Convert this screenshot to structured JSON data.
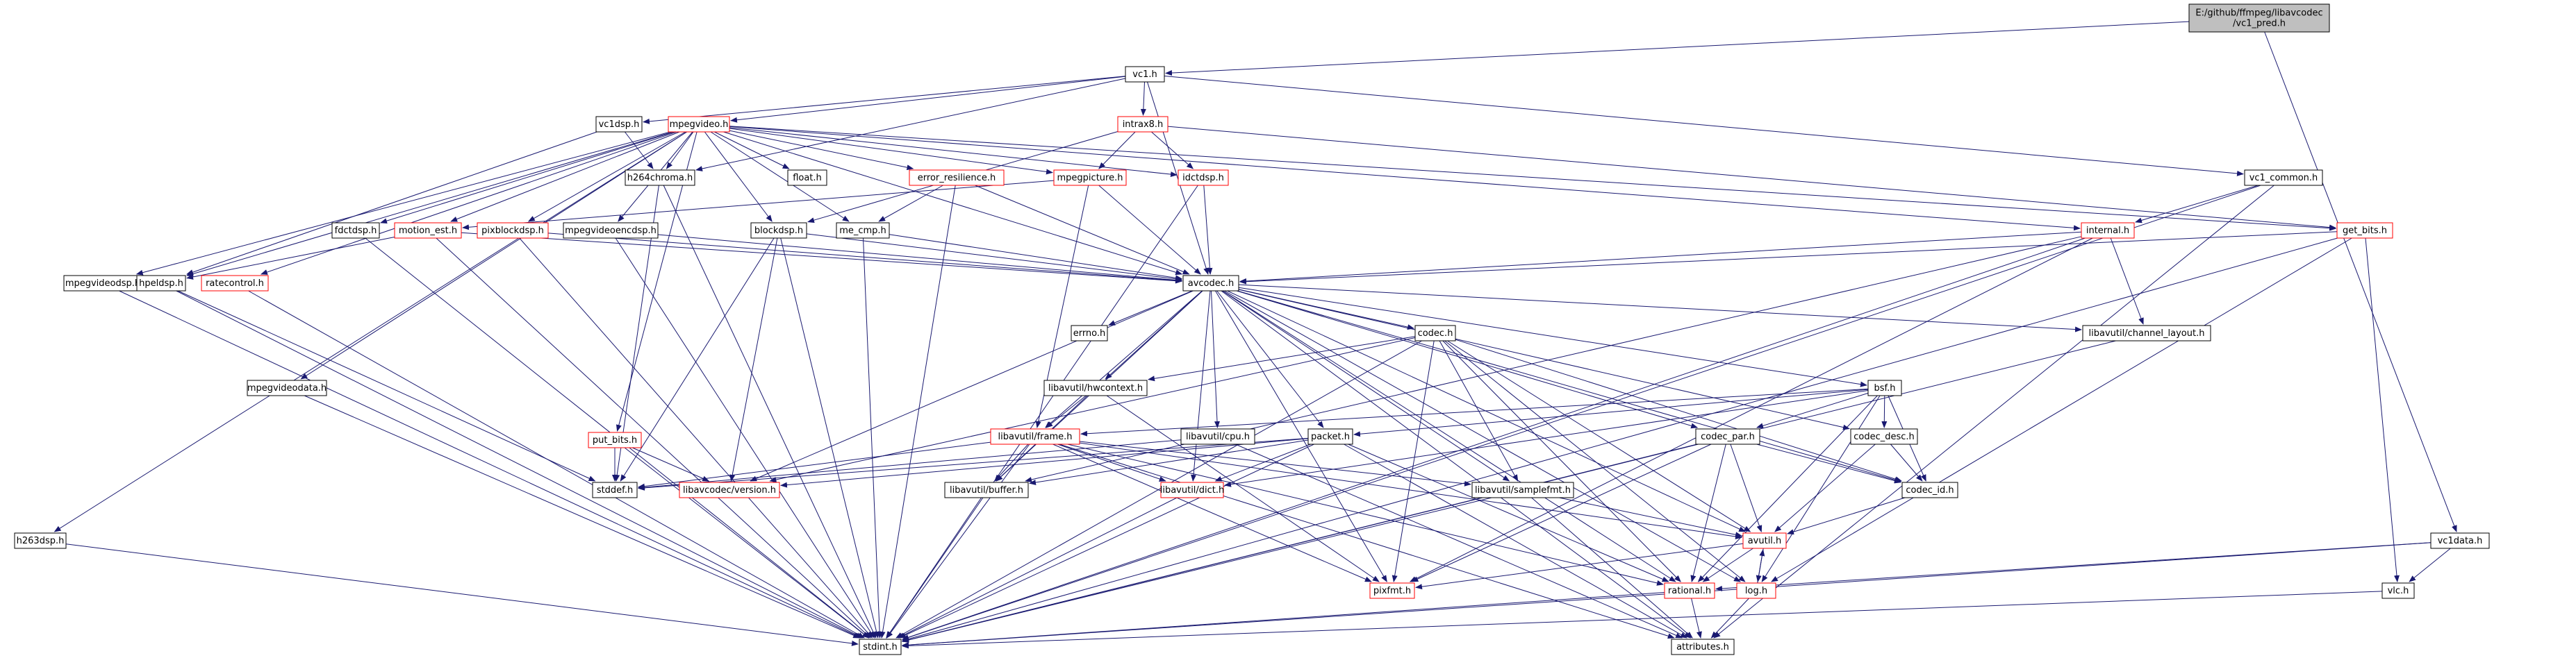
{
  "title": "E:/github/ffmpeg/libavcodec/vc1_pred.h",
  "colors": {
    "edge": "#191970",
    "node_border_ok": "#000000",
    "node_border_warn": "#ff0000",
    "root_fill": "#bfbfbf",
    "node_fill": "#ffffff"
  },
  "nodes": [
    {
      "id": "root",
      "lines": [
        "E:/github/ffmpeg/libavcodec",
        "/vc1_pred.h"
      ],
      "red": false,
      "root": true
    },
    {
      "id": "vc1",
      "lines": [
        "vc1.h"
      ],
      "red": false
    },
    {
      "id": "mpegvideo",
      "lines": [
        "mpegvideo.h"
      ],
      "red": true
    },
    {
      "id": "vc1dsp",
      "lines": [
        "vc1dsp.h"
      ],
      "red": false
    },
    {
      "id": "intrax8",
      "lines": [
        "intrax8.h"
      ],
      "red": true
    },
    {
      "id": "vc1common",
      "lines": [
        "vc1_common.h"
      ],
      "red": false
    },
    {
      "id": "vc1data",
      "lines": [
        "vc1data.h"
      ],
      "red": false
    },
    {
      "id": "h264chroma",
      "lines": [
        "h264chroma.h"
      ],
      "red": false
    },
    {
      "id": "float",
      "lines": [
        "float.h"
      ],
      "red": false
    },
    {
      "id": "errres",
      "lines": [
        "error_resilience.h"
      ],
      "red": true
    },
    {
      "id": "mpegpicture",
      "lines": [
        "mpegpicture.h"
      ],
      "red": true
    },
    {
      "id": "idctdsp",
      "lines": [
        "idctdsp.h"
      ],
      "red": true
    },
    {
      "id": "internal",
      "lines": [
        "internal.h"
      ],
      "red": true
    },
    {
      "id": "getbits",
      "lines": [
        "get_bits.h"
      ],
      "red": true
    },
    {
      "id": "fdctdsp",
      "lines": [
        "fdctdsp.h"
      ],
      "red": false
    },
    {
      "id": "motionest",
      "lines": [
        "motion_est.h"
      ],
      "red": true
    },
    {
      "id": "pixblockdsp",
      "lines": [
        "pixblockdsp.h"
      ],
      "red": true
    },
    {
      "id": "mpegvideoencdsp",
      "lines": [
        "mpegvideoencdsp.h"
      ],
      "red": false
    },
    {
      "id": "blockdsp",
      "lines": [
        "blockdsp.h"
      ],
      "red": false
    },
    {
      "id": "mecmp",
      "lines": [
        "me_cmp.h"
      ],
      "red": false
    },
    {
      "id": "mpegvideodsp",
      "lines": [
        "mpegvideodsp.h"
      ],
      "red": false
    },
    {
      "id": "hpeldsp",
      "lines": [
        "hpeldsp.h"
      ],
      "red": false
    },
    {
      "id": "ratecontrol",
      "lines": [
        "ratecontrol.h"
      ],
      "red": true
    },
    {
      "id": "avcodec",
      "lines": [
        "avcodec.h"
      ],
      "red": false
    },
    {
      "id": "errno",
      "lines": [
        "errno.h"
      ],
      "red": false
    },
    {
      "id": "codec",
      "lines": [
        "codec.h"
      ],
      "red": false
    },
    {
      "id": "chlayout",
      "lines": [
        "libavutil/channel_layout.h"
      ],
      "red": false
    },
    {
      "id": "mpegvideodata",
      "lines": [
        "mpegvideodata.h"
      ],
      "red": false
    },
    {
      "id": "hwcontext",
      "lines": [
        "libavutil/hwcontext.h"
      ],
      "red": false
    },
    {
      "id": "bsf",
      "lines": [
        "bsf.h"
      ],
      "red": false
    },
    {
      "id": "frame",
      "lines": [
        "libavutil/frame.h"
      ],
      "red": true
    },
    {
      "id": "cpu",
      "lines": [
        "libavutil/cpu.h"
      ],
      "red": false
    },
    {
      "id": "packet",
      "lines": [
        "packet.h"
      ],
      "red": false
    },
    {
      "id": "codecpar",
      "lines": [
        "codec_par.h"
      ],
      "red": false
    },
    {
      "id": "codecdesc",
      "lines": [
        "codec_desc.h"
      ],
      "red": false
    },
    {
      "id": "putbits",
      "lines": [
        "put_bits.h"
      ],
      "red": true
    },
    {
      "id": "stddef",
      "lines": [
        "stddef.h"
      ],
      "red": false
    },
    {
      "id": "version",
      "lines": [
        "libavcodec/version.h"
      ],
      "red": true
    },
    {
      "id": "buffer",
      "lines": [
        "libavutil/buffer.h"
      ],
      "red": false
    },
    {
      "id": "dict",
      "lines": [
        "libavutil/dict.h"
      ],
      "red": true
    },
    {
      "id": "samplefmt",
      "lines": [
        "libavutil/samplefmt.h"
      ],
      "red": false
    },
    {
      "id": "codecid",
      "lines": [
        "codec_id.h"
      ],
      "red": false
    },
    {
      "id": "h263dsp",
      "lines": [
        "h263dsp.h"
      ],
      "red": false
    },
    {
      "id": "avutil",
      "lines": [
        "avutil.h"
      ],
      "red": true
    },
    {
      "id": "pixfmt",
      "lines": [
        "pixfmt.h"
      ],
      "red": true
    },
    {
      "id": "rational",
      "lines": [
        "rational.h"
      ],
      "red": true
    },
    {
      "id": "log",
      "lines": [
        "log.h"
      ],
      "red": true
    },
    {
      "id": "vlc",
      "lines": [
        "vlc.h"
      ],
      "red": false
    },
    {
      "id": "stdint",
      "lines": [
        "stdint.h"
      ],
      "red": false
    },
    {
      "id": "attributes",
      "lines": [
        "attributes.h"
      ],
      "red": false
    }
  ],
  "edges": [
    [
      "root",
      "vc1"
    ],
    [
      "root",
      "vc1data"
    ],
    [
      "vc1",
      "mpegvideo"
    ],
    [
      "vc1",
      "vc1dsp"
    ],
    [
      "vc1",
      "intrax8"
    ],
    [
      "vc1",
      "vc1common"
    ],
    [
      "vc1",
      "avcodec"
    ],
    [
      "vc1",
      "h264chroma"
    ],
    [
      "vc1dsp",
      "hpeldsp"
    ],
    [
      "vc1dsp",
      "h264chroma"
    ],
    [
      "intrax8",
      "idctdsp"
    ],
    [
      "intrax8",
      "mpegpicture"
    ],
    [
      "intrax8",
      "getbits"
    ],
    [
      "intrax8",
      "blockdsp"
    ],
    [
      "vc1common",
      "internal"
    ],
    [
      "vc1common",
      "stdint"
    ],
    [
      "vc1common",
      "attributes"
    ],
    [
      "vc1data",
      "vlc"
    ],
    [
      "vc1data",
      "rational"
    ],
    [
      "vc1data",
      "stdint"
    ],
    [
      "mpegvideo",
      "float"
    ],
    [
      "mpegvideo",
      "h264chroma"
    ],
    [
      "mpegvideo",
      "errres"
    ],
    [
      "mpegvideo",
      "mpegpicture"
    ],
    [
      "mpegvideo",
      "idctdsp"
    ],
    [
      "mpegvideo",
      "getbits"
    ],
    [
      "mpegvideo",
      "fdctdsp"
    ],
    [
      "mpegvideo",
      "motionest"
    ],
    [
      "mpegvideo",
      "pixblockdsp"
    ],
    [
      "mpegvideo",
      "mpegvideoencdsp"
    ],
    [
      "mpegvideo",
      "blockdsp"
    ],
    [
      "mpegvideo",
      "mecmp"
    ],
    [
      "mpegvideo",
      "mpegvideodsp"
    ],
    [
      "mpegvideo",
      "hpeldsp"
    ],
    [
      "mpegvideo",
      "ratecontrol"
    ],
    [
      "mpegvideo",
      "avcodec"
    ],
    [
      "mpegvideo",
      "mpegvideodata"
    ],
    [
      "mpegvideo",
      "putbits"
    ],
    [
      "mpegvideo",
      "h263dsp"
    ],
    [
      "mpegvideo",
      "internal"
    ],
    [
      "errres",
      "mecmp"
    ],
    [
      "errres",
      "avcodec"
    ],
    [
      "errres",
      "stdint"
    ],
    [
      "mpegpicture",
      "avcodec"
    ],
    [
      "mpegpicture",
      "motionest"
    ],
    [
      "mpegpicture",
      "frame"
    ],
    [
      "idctdsp",
      "avcodec"
    ],
    [
      "idctdsp",
      "stdint"
    ],
    [
      "internal",
      "avcodec"
    ],
    [
      "internal",
      "chlayout"
    ],
    [
      "internal",
      "buffer"
    ],
    [
      "internal",
      "pixfmt"
    ],
    [
      "internal",
      "stdint"
    ],
    [
      "getbits",
      "avcodec"
    ],
    [
      "getbits",
      "vlc"
    ],
    [
      "getbits",
      "stdint"
    ],
    [
      "getbits",
      "log"
    ],
    [
      "fdctdsp",
      "stdint"
    ],
    [
      "motionest",
      "avcodec"
    ],
    [
      "motionest",
      "hpeldsp"
    ],
    [
      "motionest",
      "stdint"
    ],
    [
      "pixblockdsp",
      "avcodec"
    ],
    [
      "pixblockdsp",
      "stdint"
    ],
    [
      "mpegvideoencdsp",
      "avcodec"
    ],
    [
      "mpegvideoencdsp",
      "stdint"
    ],
    [
      "blockdsp",
      "avcodec"
    ],
    [
      "blockdsp",
      "version"
    ],
    [
      "blockdsp",
      "stdint"
    ],
    [
      "blockdsp",
      "stddef"
    ],
    [
      "mecmp",
      "avcodec"
    ],
    [
      "mecmp",
      "stdint"
    ],
    [
      "mpegvideodsp",
      "stdint"
    ],
    [
      "hpeldsp",
      "stdint"
    ],
    [
      "hpeldsp",
      "stddef"
    ],
    [
      "ratecontrol",
      "stdint"
    ],
    [
      "h264chroma",
      "stdint"
    ],
    [
      "h264chroma",
      "stddef"
    ],
    [
      "mpegvideodata",
      "stdint"
    ],
    [
      "putbits",
      "stdint"
    ],
    [
      "putbits",
      "stddef"
    ],
    [
      "putbits",
      "version"
    ],
    [
      "h263dsp",
      "stdint"
    ],
    [
      "avcodec",
      "errno"
    ],
    [
      "avcodec",
      "codec"
    ],
    [
      "avcodec",
      "chlayout"
    ],
    [
      "avcodec",
      "hwcontext"
    ],
    [
      "avcodec",
      "bsf"
    ],
    [
      "avcodec",
      "frame"
    ],
    [
      "avcodec",
      "cpu"
    ],
    [
      "avcodec",
      "packet"
    ],
    [
      "avcodec",
      "codecpar"
    ],
    [
      "avcodec",
      "codecdesc"
    ],
    [
      "avcodec",
      "version"
    ],
    [
      "avcodec",
      "buffer"
    ],
    [
      "avcodec",
      "dict"
    ],
    [
      "avcodec",
      "samplefmt"
    ],
    [
      "avcodec",
      "codecid"
    ],
    [
      "avcodec",
      "avutil"
    ],
    [
      "avcodec",
      "pixfmt"
    ],
    [
      "avcodec",
      "rational"
    ],
    [
      "avcodec",
      "log"
    ],
    [
      "avcodec",
      "attributes"
    ],
    [
      "codec",
      "hwcontext"
    ],
    [
      "codec",
      "samplefmt"
    ],
    [
      "codec",
      "codecid"
    ],
    [
      "codec",
      "avutil"
    ],
    [
      "codec",
      "pixfmt"
    ],
    [
      "codec",
      "rational"
    ],
    [
      "codec",
      "log"
    ],
    [
      "codec",
      "stdint"
    ],
    [
      "codec",
      "version"
    ],
    [
      "chlayout",
      "stdint"
    ],
    [
      "hwcontext",
      "frame"
    ],
    [
      "hwcontext",
      "buffer"
    ],
    [
      "hwcontext",
      "pixfmt"
    ],
    [
      "bsf",
      "packet"
    ],
    [
      "bsf",
      "codecpar"
    ],
    [
      "bsf",
      "codecdesc"
    ],
    [
      "bsf",
      "codecid"
    ],
    [
      "bsf",
      "dict"
    ],
    [
      "bsf",
      "log"
    ],
    [
      "bsf",
      "rational"
    ],
    [
      "bsf",
      "frame"
    ],
    [
      "frame",
      "stddef"
    ],
    [
      "frame",
      "stdint"
    ],
    [
      "frame",
      "buffer"
    ],
    [
      "frame",
      "dict"
    ],
    [
      "frame",
      "samplefmt"
    ],
    [
      "frame",
      "avutil"
    ],
    [
      "frame",
      "pixfmt"
    ],
    [
      "frame",
      "rational"
    ],
    [
      "frame",
      "attributes"
    ],
    [
      "cpu",
      "stddef"
    ],
    [
      "cpu",
      "attributes"
    ],
    [
      "packet",
      "stddef"
    ],
    [
      "packet",
      "stdint"
    ],
    [
      "packet",
      "buffer"
    ],
    [
      "packet",
      "dict"
    ],
    [
      "packet",
      "version"
    ],
    [
      "packet",
      "attributes"
    ],
    [
      "packet",
      "rational"
    ],
    [
      "codecpar",
      "stdint"
    ],
    [
      "codecpar",
      "codecid"
    ],
    [
      "codecpar",
      "avutil"
    ],
    [
      "codecpar",
      "pixfmt"
    ],
    [
      "codecpar",
      "rational"
    ],
    [
      "codecdesc",
      "codecid"
    ],
    [
      "codecdesc",
      "avutil"
    ],
    [
      "buffer",
      "stdint"
    ],
    [
      "dict",
      "stdint"
    ],
    [
      "samplefmt",
      "avutil"
    ],
    [
      "samplefmt",
      "attributes"
    ],
    [
      "samplefmt",
      "stdint"
    ],
    [
      "codecid",
      "avutil"
    ],
    [
      "avutil",
      "rational"
    ],
    [
      "avutil",
      "log"
    ],
    [
      "avutil",
      "pixfmt"
    ],
    [
      "rational",
      "stdint"
    ],
    [
      "rational",
      "attributes"
    ],
    [
      "log",
      "attributes"
    ],
    [
      "log",
      "avutil"
    ],
    [
      "vlc",
      "stdint"
    ]
  ]
}
